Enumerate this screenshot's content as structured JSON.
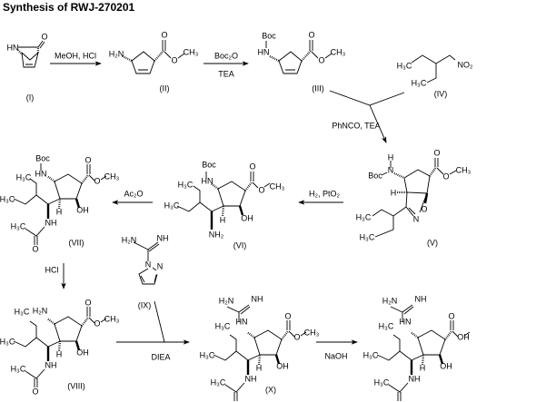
{
  "title": "Synthesis of RWJ-270201",
  "compounds": {
    "I": {
      "label": "(I)",
      "atoms": [
        "HN",
        "O"
      ]
    },
    "II": {
      "label": "(II)",
      "atoms": [
        "H₂N",
        "O",
        "O",
        "CH₃"
      ]
    },
    "III": {
      "label": "(III)",
      "atoms": [
        "Boc",
        "HN",
        "O",
        "O",
        "CH₃"
      ]
    },
    "IV": {
      "label": "(IV)",
      "atoms": [
        "H₃C",
        "NO₂",
        "H₃C"
      ]
    },
    "V": {
      "label": "(V)",
      "atoms": [
        "Boc",
        "H",
        "N",
        "O",
        "O",
        "CH₃",
        "H",
        "N",
        "O",
        "H₃C",
        "H₃C"
      ]
    },
    "VI": {
      "label": "(VI)",
      "atoms": [
        "Boc",
        "HN",
        "H₃C",
        "H₃C",
        "O",
        "O",
        "CH₃",
        "H",
        "OH",
        "NH₂"
      ]
    },
    "VII": {
      "label": "(VII)",
      "atoms": [
        "Boc",
        "HN",
        "H₃C",
        "H₃C",
        "O",
        "O",
        "CH₃",
        "H",
        "OH",
        "NH",
        "H₃C",
        "O"
      ]
    },
    "VIII": {
      "label": "(VIII)",
      "atoms": [
        "H₂N",
        "H₃C",
        "H₃C",
        "O",
        "O",
        "CH₃",
        "H",
        "OH",
        "NH",
        "H₃C",
        "O"
      ]
    },
    "IX": {
      "label": "(IX)",
      "atoms": [
        "H₂N",
        "NH",
        "N",
        "N"
      ]
    },
    "X": {
      "label": "(X)",
      "atoms": [
        "H₂N",
        "NH",
        "HN",
        "H₃C",
        "H₃C",
        "O",
        "O",
        "CH₃",
        "H",
        "OH",
        "NH",
        "H₃C",
        "O"
      ]
    },
    "final": {
      "atoms": [
        "H₂N",
        "NH",
        "HN",
        "H₃C",
        "H₃C",
        "O",
        "OH",
        "H",
        "OH",
        "NH",
        "H₃C",
        "O"
      ]
    }
  },
  "reagents": {
    "step1": "MeOH, HCl",
    "step2_top": "Boc₂O",
    "step2_bottom": "TEA",
    "step3": "PhNCO, TEA",
    "step4": "H₂, PtO₂",
    "step5": "Ac₂O",
    "step6": "HCl",
    "step7": "DIEA",
    "step8": "NaOH"
  }
}
